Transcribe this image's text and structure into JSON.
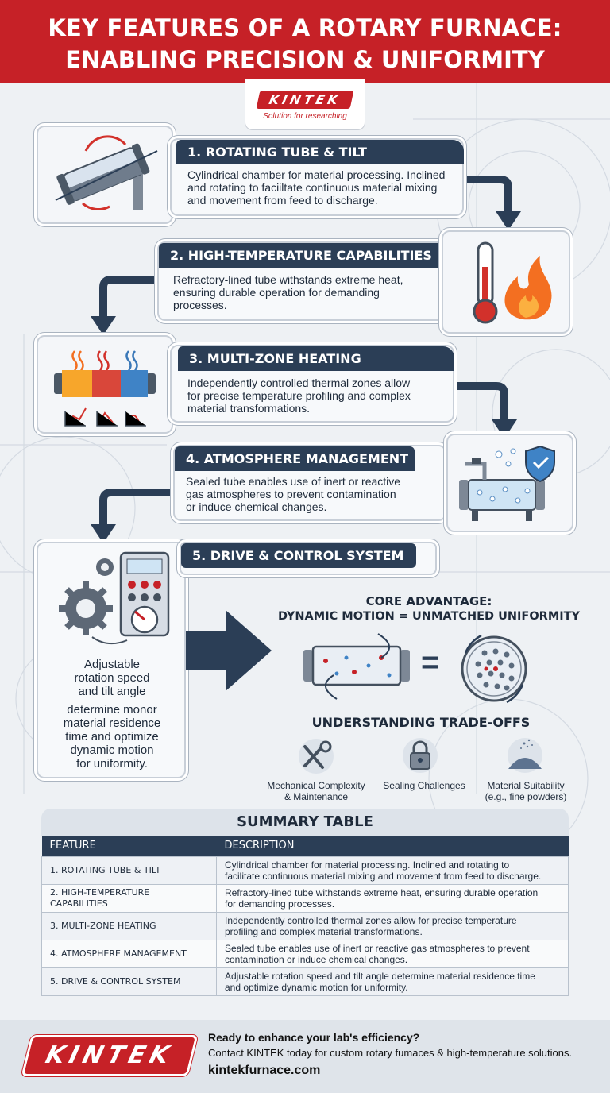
{
  "header": {
    "line1": "KEY FEATURES OF A ROTARY FURNACE:",
    "line2": "ENABLING PRECISION & UNIFORMITY"
  },
  "brand": {
    "logo": "KINTEK",
    "tagline": "Solution for researching"
  },
  "features": [
    {
      "title": "1. ROTATING TUBE & TILT",
      "desc": [
        "Cylindrical chamber for material processing. Inclined",
        "and rotating to faciiltate continuous material mixing",
        "and movement from feed to discharge."
      ],
      "icon": "rotating-tube-icon"
    },
    {
      "title": "2. HIGH-TEMPERATURE CAPABILITIES",
      "desc": [
        "Refractory-lined tube withstands extreme heat,",
        "ensuring durable operation for demanding",
        "processes."
      ],
      "icon": "thermometer-fire-icon"
    },
    {
      "title": "3. MULTI-ZONE HEATING",
      "desc": [
        "Independently controlled thermal zones allow",
        "for precise temperature profiling and complex",
        "material transformations."
      ],
      "icon": "heating-zones-icon"
    },
    {
      "title": "4. ATMOSPHERE MANAGEMENT",
      "desc": [
        "Sealed tube enables use of inert or reactive",
        "gas atmospheres to prevent contamination",
        "or induce chemical changes."
      ],
      "icon": "sealed-tube-shield-icon"
    },
    {
      "title": "5. DRIVE & CONTROL SYSTEM",
      "desc": [
        "Adjustable",
        "rotation speed",
        "and tilt angle",
        "determine monor",
        "material residence",
        "time and optimize",
        "dynamic motion",
        "for uniformity."
      ],
      "icon": "gear-control-panel-icon"
    }
  ],
  "core": {
    "line1": "CORE ADVANTAGE:",
    "line2": "DYNAMIC MOTION = UNMATCHED UNIFORMITY",
    "equals": "="
  },
  "tradeoffs": {
    "title": "UNDERSTANDING TRADE-OFFS",
    "items": [
      {
        "label": [
          "Mechanical Complexity",
          "& Maintenance"
        ],
        "icon": "tools-gear-icon"
      },
      {
        "label": [
          "Sealing Challenges"
        ],
        "icon": "padlock-icon"
      },
      {
        "label": [
          "Material Suitability",
          "(e.g., fine powders)"
        ],
        "icon": "powder-pile-icon"
      }
    ]
  },
  "summary": {
    "title": "SUMMARY TABLE",
    "headers": [
      "FEATURE",
      "DESCRIPTION"
    ],
    "rows": [
      {
        "feature": [
          "1. ROTATING TUBE & TILT"
        ],
        "desc": [
          "Cylindrical chamber for material processing. Inclined and rotating to",
          "facilitate continuous material mixing and movement from feed to discharge."
        ]
      },
      {
        "feature": [
          "2. HIGH-TEMPERATURE",
          "CAPABILITIES"
        ],
        "desc": [
          "Refractory-lined tube withstands extreme heat, ensuring durable operation",
          "for demanding processes."
        ]
      },
      {
        "feature": [
          "3. MULTI-ZONE HEATING"
        ],
        "desc": [
          "Independently controlled thermal zones allow for precise temperature",
          "profiling and complex material transformations."
        ]
      },
      {
        "feature": [
          "4. ATMOSPHERE MANAGEMENT"
        ],
        "desc": [
          "Sealed tube enables use of inert or reactive gas atmospheres to prevent",
          "contamination or induce chemical changes."
        ]
      },
      {
        "feature": [
          "5. DRIVE & CONTROL SYSTEM"
        ],
        "desc": [
          "Adjustable rotation speed and tilt angle determine material residence time",
          "and optimize dynamic motion for uniformity."
        ]
      }
    ]
  },
  "footer": {
    "logo": "KINTEK",
    "line1": "Ready to enhance your lab's efficiency?",
    "line2": "Contact KINTEK today for custom rotary fumaces & high-temperature solutions.",
    "line3": "kintekfurnace.com"
  },
  "colors": {
    "accent": "#c62127",
    "navy": "#2b3e56",
    "card_border": "#c8cfd8"
  }
}
